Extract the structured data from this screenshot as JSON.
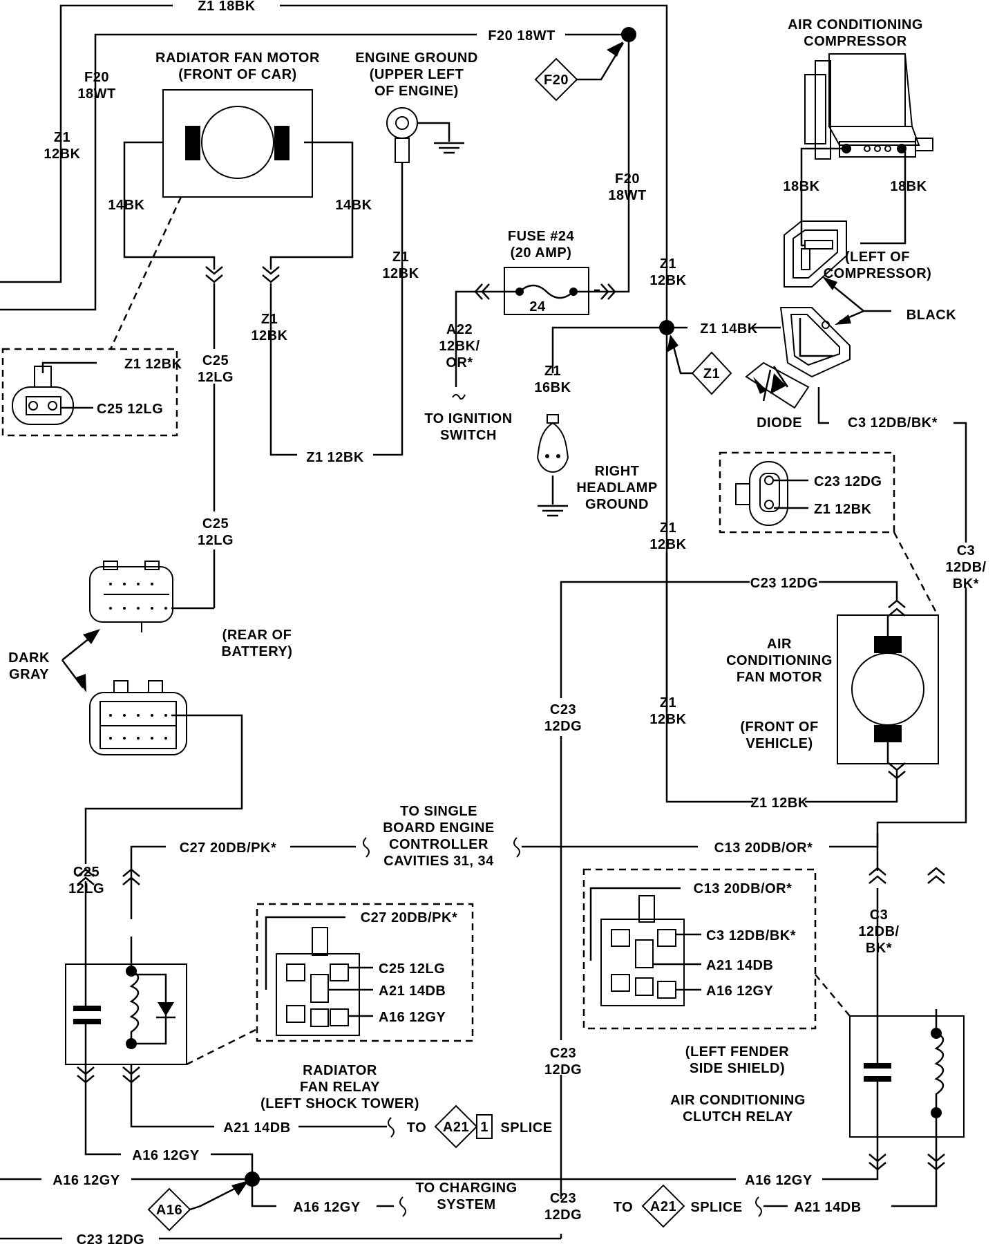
{
  "colors": {
    "ink": "#000000",
    "paper": "#ffffff"
  },
  "components": {
    "radiator_fan_motor": [
      "RADIATOR FAN MOTOR",
      "(FRONT OF CAR)"
    ],
    "engine_ground": [
      "ENGINE GROUND",
      "(UPPER LEFT",
      "OF ENGINE)"
    ],
    "ac_compressor": [
      "AIR CONDITIONING",
      "COMPRESSOR"
    ],
    "compressor_conn": [
      "(LEFT OF",
      "COMPRESSOR)"
    ],
    "black": "BLACK",
    "diode": "DIODE",
    "fuse": [
      "FUSE #24",
      "(20 AMP)"
    ],
    "fuse_num": "24",
    "ignition": [
      "TO IGNITION",
      "SWITCH"
    ],
    "headlamp": [
      "RIGHT",
      "HEADLAMP",
      "GROUND"
    ],
    "rear_battery": [
      "(REAR OF",
      "BATTERY)"
    ],
    "dark_gray": [
      "DARK",
      "GRAY"
    ],
    "ac_fan_motor": [
      "AIR",
      "CONDITIONING",
      "FAN MOTOR"
    ],
    "front_vehicle": [
      "(FRONT OF",
      "VEHICLE)"
    ],
    "sbec": [
      "TO SINGLE",
      "BOARD ENGINE",
      "CONTROLLER",
      "CAVITIES 31, 34"
    ],
    "rad_relay": [
      "RADIATOR",
      "FAN RELAY",
      "(LEFT SHOCK TOWER)"
    ],
    "fender": [
      "(LEFT FENDER",
      "SIDE SHIELD)"
    ],
    "ac_clutch_relay": [
      "AIR CONDITIONING",
      "CLUTCH RELAY"
    ],
    "to_a": "TO",
    "to_b": "TO",
    "splice_a": "SPLICE",
    "splice_b": "SPLICE",
    "splice_num": "1",
    "charging": [
      "TO CHARGING",
      "SYSTEM"
    ]
  },
  "tags": {
    "f20": "F20",
    "z1": "Z1",
    "a21a": "A21",
    "a21b": "A21",
    "a16": "A16"
  },
  "wires": {
    "z1_18bk": "Z1 18BK",
    "f20_18wt_top": "F20 18WT",
    "f20_18wt_left": [
      "F20",
      "18WT"
    ],
    "z1_12bk_left": [
      "Z1",
      "12BK"
    ],
    "bk14_l": "14BK",
    "bk14_r": "14BK",
    "f20_18wt_mid": [
      "F20",
      "18WT"
    ],
    "z1_12bk_center": [
      "Z1",
      "12BK"
    ],
    "z1_12bk_eg": [
      "Z1",
      "12BK"
    ],
    "z1_12bk_rf": [
      "Z1",
      "12BK"
    ],
    "bk18_l": "18BK",
    "bk18_r": "18BK",
    "z1_14bk": "Z1 14BK",
    "a22": [
      "A22",
      "12BK/",
      "OR*"
    ],
    "z1_16bk": [
      "Z1",
      "16BK"
    ],
    "c3_diode": "C3 12DB/BK*",
    "conn_z1": "Z1 12BK",
    "conn_c25": "C25 12LG",
    "c25_up": [
      "C25",
      "12LG"
    ],
    "c25_mid": [
      "C25",
      "12LG"
    ],
    "z1_12bk_bottom": "Z1 12BK",
    "ac_c23": "C23 12DG",
    "ac_z1": "Z1 12BK",
    "z1_12bk_mid": [
      "Z1",
      "12BK"
    ],
    "z1_12bk_lower": [
      "Z1",
      "12BK"
    ],
    "c3_right": [
      "C3",
      "12DB/",
      "BK*"
    ],
    "c23_12dg_h": "C23 12DG",
    "c23_v1": [
      "C23",
      "12DG"
    ],
    "z1_12bk_fan": "Z1 12BK",
    "c27": "C27 20DB/PK*",
    "c13": "C13 20DB/OR*",
    "c25_low": [
      "C25",
      "12LG"
    ],
    "rr_c27": "C27 20DB/PK*",
    "rr_c25": "C25 12LG",
    "rr_a21": "A21 14DB",
    "rr_a16": "A16 12GY",
    "ac_c13": "C13 20DB/OR*",
    "ac_c3": "C3 12DB/BK*",
    "ac_a21": "A21 14DB",
    "ac_a16": "A16 12GY",
    "c3_clutch": [
      "C3",
      "12DB/",
      "BK*"
    ],
    "c23_v2": [
      "C23",
      "12DG"
    ],
    "a21_14db_l": "A21 14DB",
    "a16_12gy_top": "A16 12GY",
    "a16_12gy_left": "A16 12GY",
    "a16_12gy_right": "A16 12GY",
    "a16_12gy_bottom": "A16 12GY",
    "c23_v3": [
      "C23",
      "12DG"
    ],
    "a21_14db_r": "A21 14DB",
    "c23_12dg_bottom": "C23 12DG"
  }
}
